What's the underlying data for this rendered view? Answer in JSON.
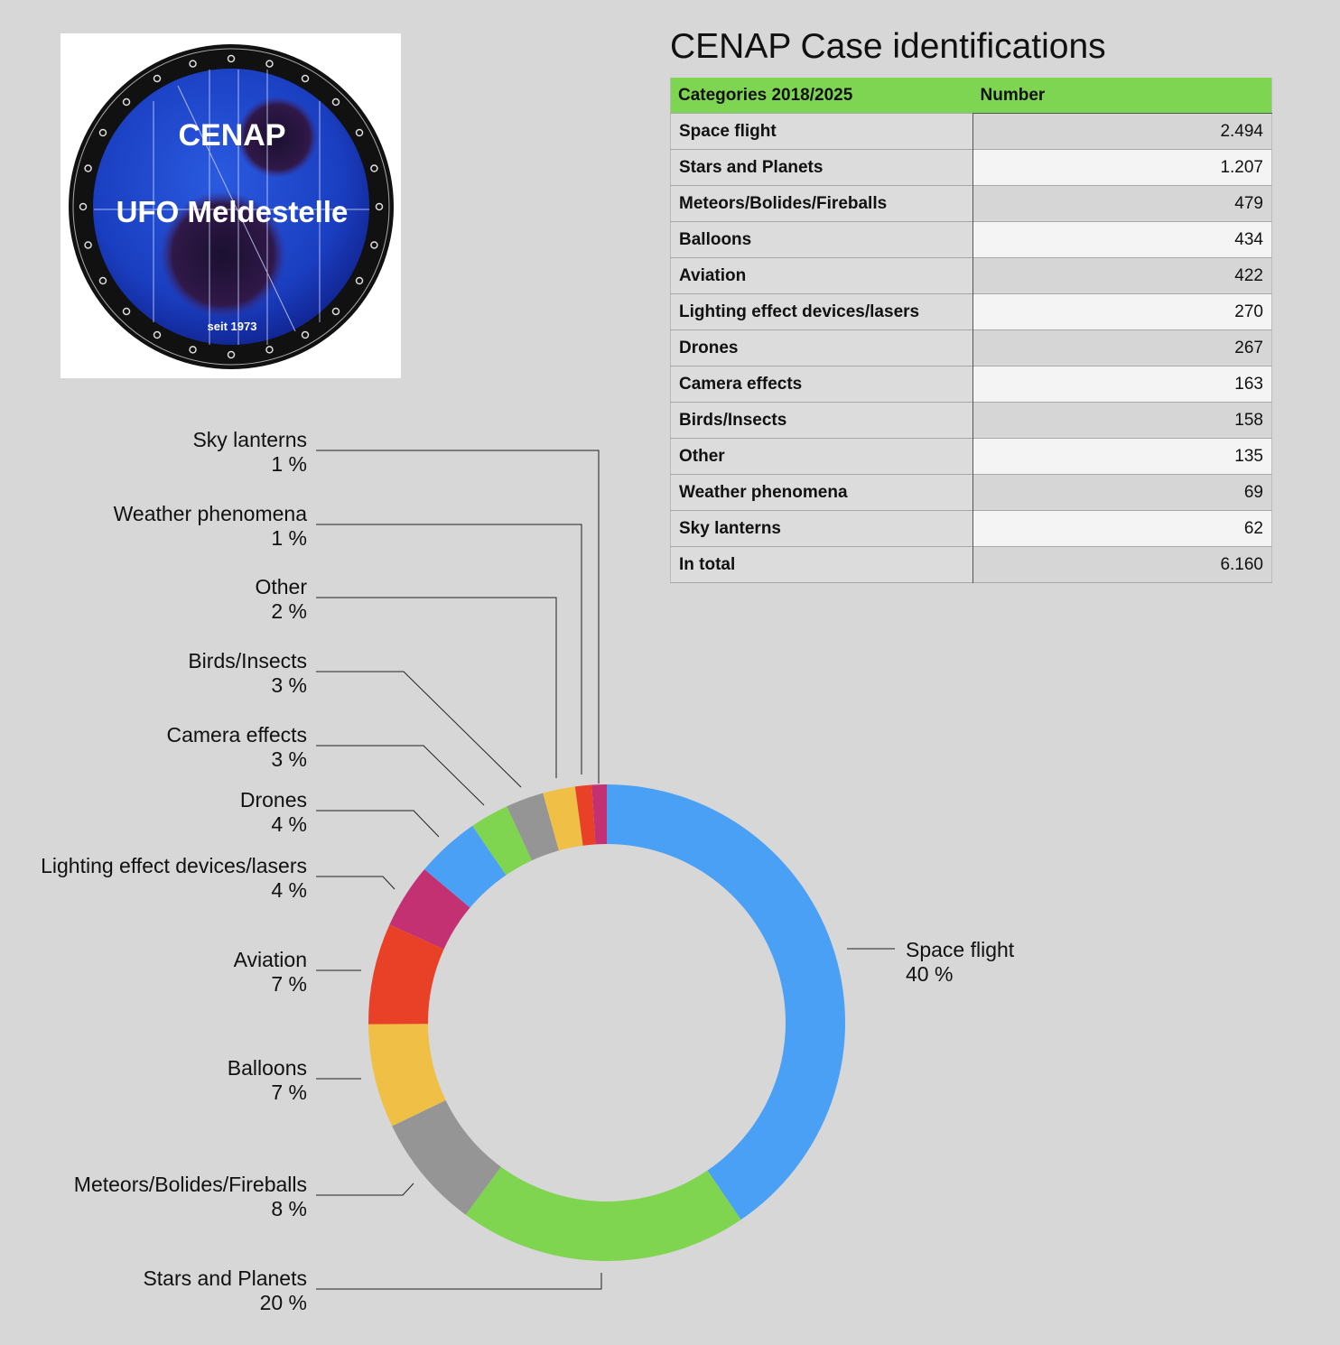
{
  "logo": {
    "line1": "CENAP",
    "line2": "UFO Meldestelle",
    "line3": "seit 1973"
  },
  "title": "CENAP Case identifications",
  "table": {
    "headers": [
      "Categories 2018/2025",
      "Number"
    ],
    "rows": [
      {
        "category": "Space flight",
        "number": "2.494"
      },
      {
        "category": "Stars and Planets",
        "number": "1.207"
      },
      {
        "category": "Meteors/Bolides/Fireballs",
        "number": "479"
      },
      {
        "category": "Balloons",
        "number": "434"
      },
      {
        "category": "Aviation",
        "number": "422"
      },
      {
        "category": "Lighting effect devices/lasers",
        "number": "270"
      },
      {
        "category": "Drones",
        "number": "267"
      },
      {
        "category": "Camera effects",
        "number": "163"
      },
      {
        "category": "Birds/Insects",
        "number": "158"
      },
      {
        "category": "Other",
        "number": "135"
      },
      {
        "category": "Weather phenomena",
        "number": "69"
      },
      {
        "category": "Sky lanterns",
        "number": "62"
      },
      {
        "category": "In total",
        "number": "6.160"
      }
    ]
  },
  "chart_data": {
    "type": "pie",
    "donut": true,
    "start": "top",
    "direction": "clockwise",
    "categories": [
      "Space flight",
      "Stars and Planets",
      "Meteors/Bolides/Fireballs",
      "Balloons",
      "Aviation",
      "Lighting effect devices/lasers",
      "Drones",
      "Camera effects",
      "Birds/Insects",
      "Other",
      "Weather phenomena",
      "Sky lanterns"
    ],
    "values": [
      2494,
      1207,
      479,
      434,
      422,
      270,
      267,
      163,
      158,
      135,
      69,
      62
    ],
    "labels": [
      "40 %",
      "20 %",
      "8 %",
      "7 %",
      "7 %",
      "4 %",
      "4 %",
      "3 %",
      "3 %",
      "2 %",
      "1 %",
      "1 %"
    ],
    "colors": [
      "#4aa0f5",
      "#7fd450",
      "#959595",
      "#f0bf45",
      "#e84128",
      "#c43172",
      "#4aa0f5",
      "#7fd450",
      "#959595",
      "#f0bf45",
      "#e84128",
      "#c43172"
    ]
  }
}
